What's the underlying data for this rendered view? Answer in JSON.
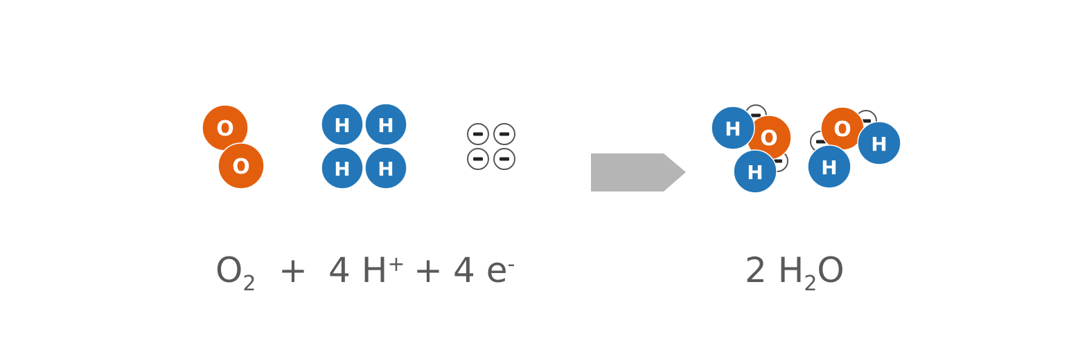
{
  "colors": {
    "oxygen": "#e35f0e",
    "hydrogen": "#2377b8",
    "electron_fill": "#ffffff",
    "electron_stroke": "#555555",
    "arrow": "#b5b5b5",
    "text": "#595959"
  },
  "atoms": {
    "oxygen_symbol": "O",
    "hydrogen_symbol": "H",
    "electron_symbol": "−"
  },
  "equation": {
    "o2_base": "O",
    "o2_sub": "2",
    "plus_1": "+",
    "h_coef_symbol": "4 H",
    "h_sup": "+",
    "plus_2": "+",
    "e_coef_symbol": "4 e",
    "e_sup": "-",
    "product_coef_symbol": "2 H",
    "product_sub": "2",
    "product_tail": "O"
  },
  "icons": {
    "reaction_arrow": "right-arrow-icon"
  }
}
